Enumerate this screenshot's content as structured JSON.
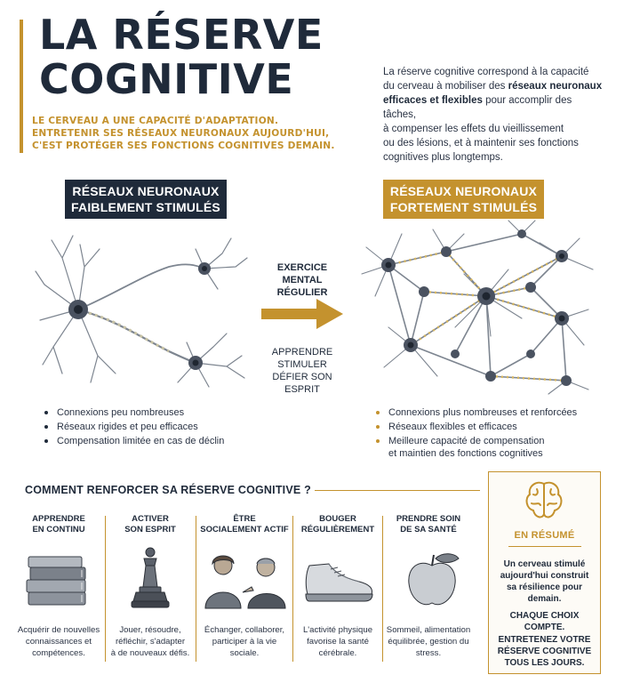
{
  "header": {
    "title_line1": "LA RÉSERVE",
    "title_line2": "COGNITIVE",
    "tagline_line1": "LE CERVEAU A UNE CAPACITÉ D'ADAPTATION.",
    "tagline_line2": "ENTRETENIR SES RÉSEAUX NEURONAUX AUJOURD'HUI,",
    "tagline_line3": "C'EST PROTÉGER SES FONCTIONS COGNITIVES DEMAIN."
  },
  "intro": {
    "line1": "La réserve cognitive correspond à la capacité",
    "line2_pre": "du cerveau à mobiliser des ",
    "line2_bold": "réseaux neuronaux",
    "line3_bold": "efficaces et flexibles",
    "line3_post": " pour accomplir des tâches,",
    "line4": "à compenser les effets du vieillissement",
    "line5": "ou des lésions, et à maintenir ses fonctions",
    "line6": "cognitives plus longtemps."
  },
  "left_panel": {
    "badge_line1": "RÉSEAUX NEURONAUX",
    "badge_line2": "FAIBLEMENT STIMULÉS",
    "bullets": [
      "Connexions peu nombreuses",
      "Réseaux rigides et peu efficaces",
      "Compensation limitée en cas de déclin"
    ]
  },
  "right_panel": {
    "badge_line1": "RÉSEAUX NEURONAUX",
    "badge_line2": "FORTEMENT STIMULÉS",
    "bullets": [
      "Connexions plus nombreuses et renforcées",
      "Réseaux flexibles et efficaces",
      "Meilleure capacité de compensation",
      "et maintien des fonctions cognitives"
    ]
  },
  "middle": {
    "top_line1": "EXERCICE",
    "top_line2": "MENTAL RÉGULIER",
    "bottom_line1": "APPRENDRE",
    "bottom_line2": "STIMULER",
    "bottom_line3": "DÉFIER SON ESPRIT"
  },
  "how_to": {
    "title": "COMMENT RENFORCER SA RÉSERVE COGNITIVE ?",
    "columns": [
      {
        "title1": "APPRENDRE",
        "title2": "EN CONTINU",
        "icon": "books-icon",
        "desc1": "Acquérir de nouvelles",
        "desc2": "connaissances et",
        "desc3": "compétences."
      },
      {
        "title1": "ACTIVER",
        "title2": "SON ESPRIT",
        "icon": "chess-king-icon",
        "desc1": "Jouer, résoudre,",
        "desc2": "réfléchir, s'adapter",
        "desc3": "à de nouveaux défis."
      },
      {
        "title1": "ÊTRE",
        "title2": "SOCIALEMENT ACTIF",
        "icon": "people-talking-icon",
        "desc1": "Échanger, collaborer,",
        "desc2": "participer à la vie",
        "desc3": "sociale."
      },
      {
        "title1": "BOUGER",
        "title2": "RÉGULIÈREMENT",
        "icon": "sneaker-icon",
        "desc1": "L'activité physique",
        "desc2": "favorise la santé",
        "desc3": "cérébrale."
      },
      {
        "title1": "PRENDRE SOIN",
        "title2": "DE SA SANTÉ",
        "icon": "apple-icon",
        "desc1": "Sommeil, alimentation",
        "desc2": "équilibrée, gestion du",
        "desc3": "stress."
      }
    ]
  },
  "summary": {
    "title": "EN RÉSUMÉ",
    "p1_line1": "Un cerveau stimulé",
    "p1_line2": "aujourd'hui construit",
    "p1_line3": "sa résilience pour",
    "p1_line4": "demain.",
    "p2_line1": "CHAQUE CHOIX",
    "p2_line2": "COMPTE.",
    "p3_line1": "ENTRETENEZ VOTRE",
    "p3_line2": "RÉSERVE COGNITIVE",
    "p3_line3": "TOUS LES JOURS."
  },
  "colors": {
    "navy": "#1f2a3a",
    "gold": "#c4922e"
  }
}
